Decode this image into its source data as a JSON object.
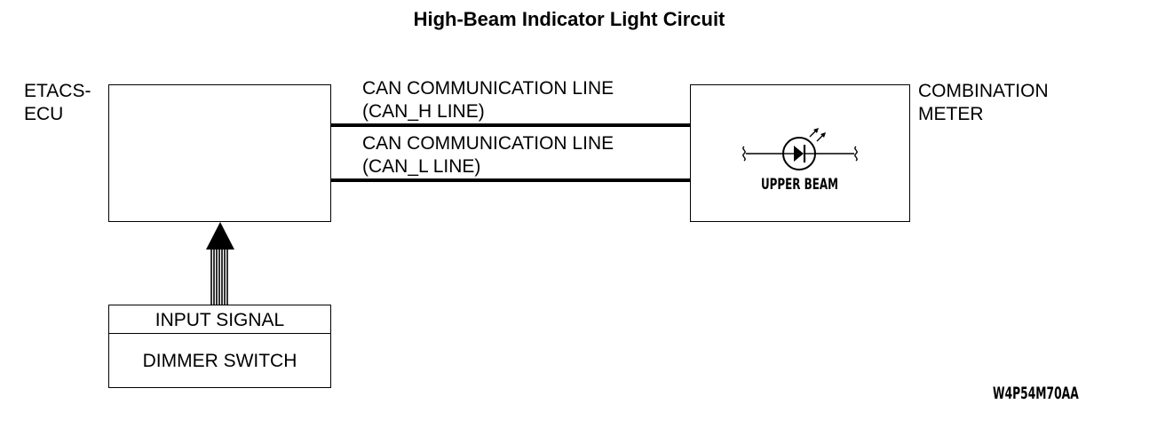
{
  "diagram": {
    "title": "High-Beam Indicator Light Circuit",
    "etacs_ecu": {
      "label_line1": "ETACS-",
      "label_line2": "ECU"
    },
    "combination_meter": {
      "label_line1": "COMBINATION",
      "label_line2": "METER"
    },
    "can_h": {
      "line1": "CAN COMMUNICATION LINE",
      "line2": "(CAN_H LINE)"
    },
    "can_l": {
      "line1": "CAN COMMUNICATION LINE",
      "line2": "(CAN_L LINE)"
    },
    "indicator": {
      "label": "UPPER BEAM",
      "icon": "led-diode-icon"
    },
    "dimmer_switch": {
      "header": "INPUT SIGNAL",
      "name": "DIMMER SWITCH"
    },
    "figure_code": "W4P54M70AA"
  }
}
